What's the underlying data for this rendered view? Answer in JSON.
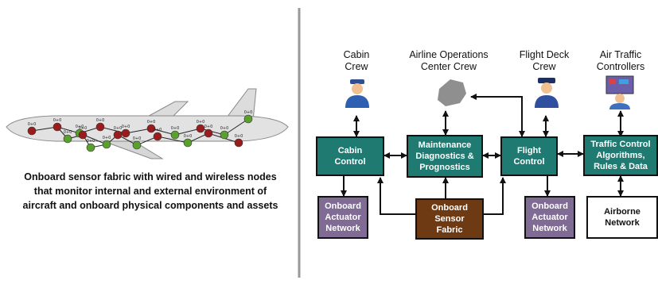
{
  "caption": {
    "line1": "Onboard sensor fabric with wired and wireless nodes",
    "line2": "that monitor internal and external environment of",
    "line3": "aircraft and onboard physical components and assets"
  },
  "actors": {
    "cabin_crew": "Cabin\nCrew",
    "airline_ops": "Airline Operations\nCenter Crew",
    "flight_deck": "Flight Deck\nCrew",
    "atc": "Air Traffic\nControllers"
  },
  "boxes": {
    "cabin_control": "Cabin\nControl",
    "maintenance": "Maintenance\nDiagnostics &\nPrognostics",
    "flight_control": "Flight\nControl",
    "traffic_control": "Traffic Control\nAlgorithms,\nRules & Data",
    "actuator_left": "Onboard\nActuator\nNetwork",
    "sensor_fabric": "Onboard\nSensor\nFabric",
    "actuator_right": "Onboard\nActuator\nNetwork",
    "airborne_network": "Airborne\nNetwork"
  },
  "node_label": "0+0",
  "colors": {
    "teal": "#1f7a72",
    "purple": "#7f6b94",
    "brown": "#6e3a14",
    "node_red": "#9b1c1c",
    "node_green": "#5aa02c"
  }
}
